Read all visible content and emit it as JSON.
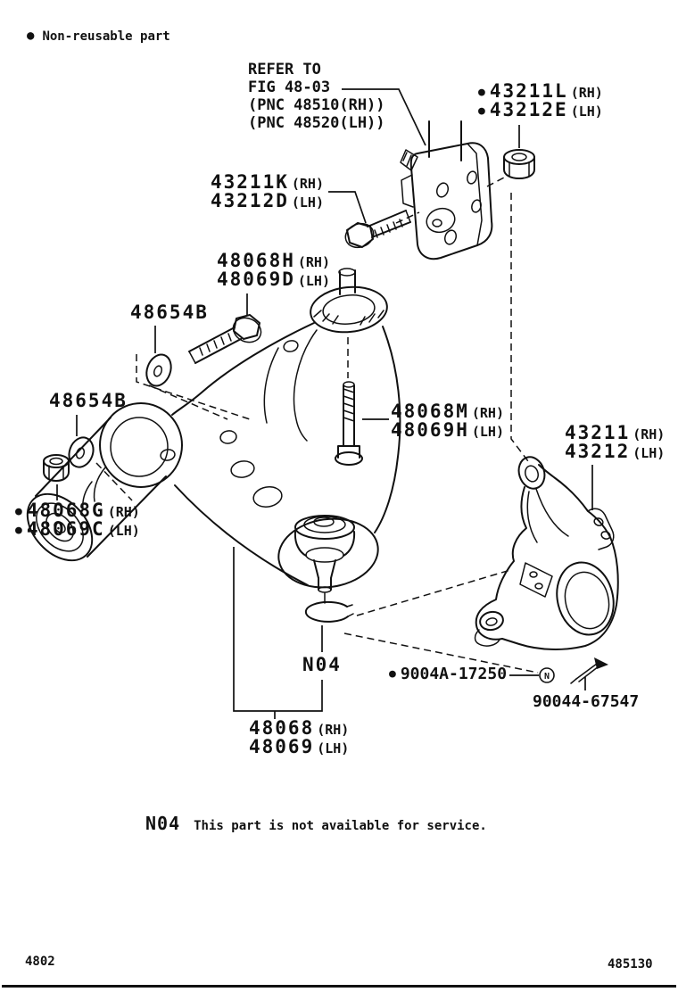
{
  "diagram": {
    "ink_color": "#111111",
    "paper_color": "#ffffff",
    "subject": "front suspension lower arm and steering knuckle exploded view"
  },
  "legend": {
    "bullet": "●",
    "label": "Non-reusable part"
  },
  "refer_note": {
    "line1": "REFER TO",
    "line2": "FIG 48-03",
    "line3": "(PNC 48510(RH))",
    "line4": "(PNC 48520(LH))"
  },
  "callouts": {
    "stay_nut": {
      "rows": [
        {
          "bullet": "●",
          "pn": "43211L",
          "side": "(RH)"
        },
        {
          "bullet": "●",
          "pn": "43212E",
          "side": "(LH)"
        }
      ]
    },
    "stay_bolt": {
      "rows": [
        {
          "pn": "43211K",
          "side": "(RH)"
        },
        {
          "pn": "43212D",
          "side": "(LH)"
        }
      ]
    },
    "arm_front_bolt": {
      "rows": [
        {
          "pn": "48068H",
          "side": "(RH)"
        },
        {
          "pn": "48069D",
          "side": "(LH)"
        }
      ]
    },
    "washer_upper": {
      "pn": "48654B"
    },
    "washer_lower": {
      "pn": "48654B"
    },
    "arm_rear_bolt": {
      "rows": [
        {
          "pn": "48068M",
          "side": "(RH)"
        },
        {
          "pn": "48069H",
          "side": "(LH)"
        }
      ]
    },
    "knuckle": {
      "rows": [
        {
          "pn": "43211",
          "side": "(RH)"
        },
        {
          "pn": "43212",
          "side": "(LH)"
        }
      ]
    },
    "arm_nut": {
      "rows": [
        {
          "bullet": "●",
          "pn": "48068G",
          "side": "(RH)"
        },
        {
          "bullet": "●",
          "pn": "48069C",
          "side": "(LH)"
        }
      ]
    },
    "ball_joint_code": "N04",
    "ball_joint_nut": {
      "bullet": "●",
      "pn": "9004A-17250",
      "marker": "N"
    },
    "cotter_pin": {
      "pn": "90044-67547"
    },
    "lower_arm": {
      "rows": [
        {
          "pn": "48068",
          "side": "(RH)"
        },
        {
          "pn": "48069",
          "side": "(LH)"
        }
      ]
    }
  },
  "service_note": {
    "code": "N04",
    "text": "This part is not available for service."
  },
  "footer": {
    "page": "4802",
    "figure": "485130"
  }
}
